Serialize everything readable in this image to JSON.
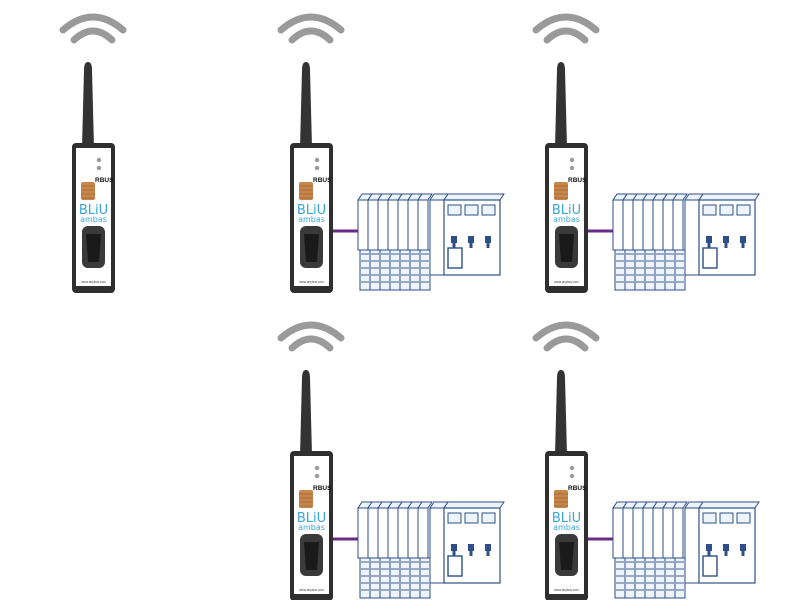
{
  "device": {
    "brand": "BLiU",
    "brand_sub": "ambas",
    "bus_label": "RBUS",
    "url": "www.anybus.com"
  },
  "colors": {
    "antenna": "#333333",
    "wifi": "#9a9a9a",
    "body": "#2f2f2f",
    "panel": "#ffffff",
    "copper": "#c8874a",
    "brand": "#3aa6d8",
    "cable": "#6a2a86",
    "plc_line": "#2e4f86",
    "plc_fill": "#eef4fb"
  },
  "icons": [
    "wifi-icon",
    "antenna-icon",
    "serial-port-icon",
    "plc-module-icon"
  ],
  "units": [
    {
      "id": "standalone",
      "has_plc": false
    },
    {
      "id": "top-center",
      "has_plc": true
    },
    {
      "id": "top-right",
      "has_plc": true
    },
    {
      "id": "bottom-center",
      "has_plc": true
    },
    {
      "id": "bottom-right",
      "has_plc": true
    }
  ]
}
